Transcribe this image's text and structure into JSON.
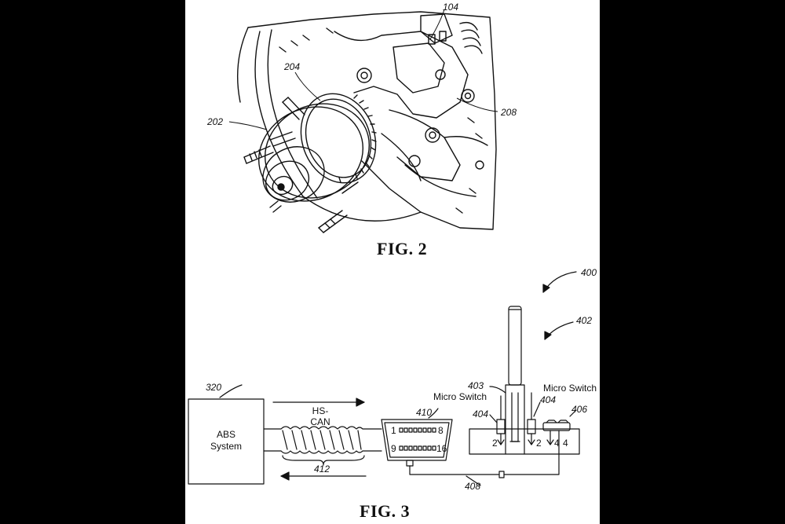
{
  "fig2": {
    "caption": "FIG. 2",
    "refs": {
      "r104": "104",
      "r204": "204",
      "r202": "202",
      "r208": "208"
    }
  },
  "fig3": {
    "caption": "FIG. 3",
    "refs": {
      "r400": "400",
      "r402": "402",
      "r320": "320",
      "r410": "410",
      "r412": "412",
      "r408": "408",
      "r403": "403",
      "r404a": "404",
      "r404b": "404",
      "r406": "406"
    },
    "abs_line1": "ABS",
    "abs_line2": "System",
    "hs_line1": "HS-",
    "hs_line2": "CAN",
    "micro_switch_left": "Micro Switch",
    "micro_switch_right": "Micro Switch",
    "connector_pins": {
      "p1": "1",
      "p8": "8",
      "p9": "9",
      "p16": "16"
    },
    "switch_pins": {
      "a": "2",
      "b": "2",
      "c": "4",
      "d": "4"
    }
  }
}
